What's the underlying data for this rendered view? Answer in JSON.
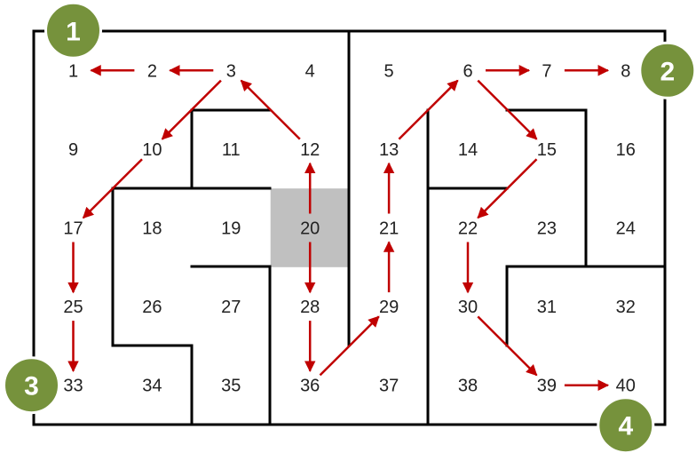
{
  "maze": {
    "columns": 8,
    "rows": 5,
    "cells": [
      "1",
      "2",
      "3",
      "4",
      "5",
      "6",
      "7",
      "8",
      "9",
      "10",
      "11",
      "12",
      "13",
      "14",
      "15",
      "16",
      "17",
      "18",
      "19",
      "20",
      "21",
      "22",
      "23",
      "24",
      "25",
      "26",
      "27",
      "28",
      "29",
      "30",
      "31",
      "32",
      "33",
      "34",
      "35",
      "36",
      "37",
      "38",
      "39",
      "40"
    ],
    "highlighted_cell": "20",
    "highlight_color": "#c0c0c0",
    "wall_color": "#000000",
    "arrow_color": "#c00000",
    "path_arrows": [
      [
        "20",
        "12"
      ],
      [
        "12",
        "3"
      ],
      [
        "3",
        "2"
      ],
      [
        "2",
        "1"
      ],
      [
        "3",
        "10"
      ],
      [
        "10",
        "17"
      ],
      [
        "17",
        "25"
      ],
      [
        "25",
        "33"
      ],
      [
        "20",
        "28"
      ],
      [
        "28",
        "36"
      ],
      [
        "36",
        "29"
      ],
      [
        "29",
        "21"
      ],
      [
        "21",
        "13"
      ],
      [
        "13",
        "6"
      ],
      [
        "6",
        "7"
      ],
      [
        "7",
        "8"
      ],
      [
        "6",
        "15"
      ],
      [
        "15",
        "22"
      ],
      [
        "22",
        "30"
      ],
      [
        "30",
        "39"
      ],
      [
        "39",
        "40"
      ]
    ]
  },
  "badges": {
    "color": "#76923c",
    "items": [
      {
        "label": "1",
        "near_cell": "1"
      },
      {
        "label": "2",
        "near_cell": "8"
      },
      {
        "label": "3",
        "near_cell": "33"
      },
      {
        "label": "4",
        "near_cell": "40"
      }
    ]
  }
}
